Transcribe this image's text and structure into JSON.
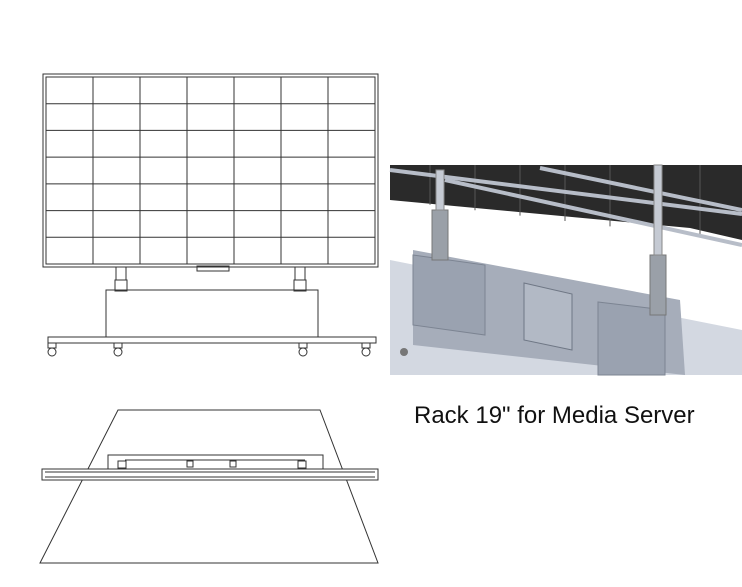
{
  "caption": "Rack 19\" for Media Server",
  "colors": {
    "line": "#333333",
    "panel": "#2a2a2a",
    "metal": "#a9b0bd",
    "metal_dark": "#8d95a3",
    "floor": "#c9ced8"
  },
  "grid": {
    "columns": 7,
    "rows": 7
  }
}
